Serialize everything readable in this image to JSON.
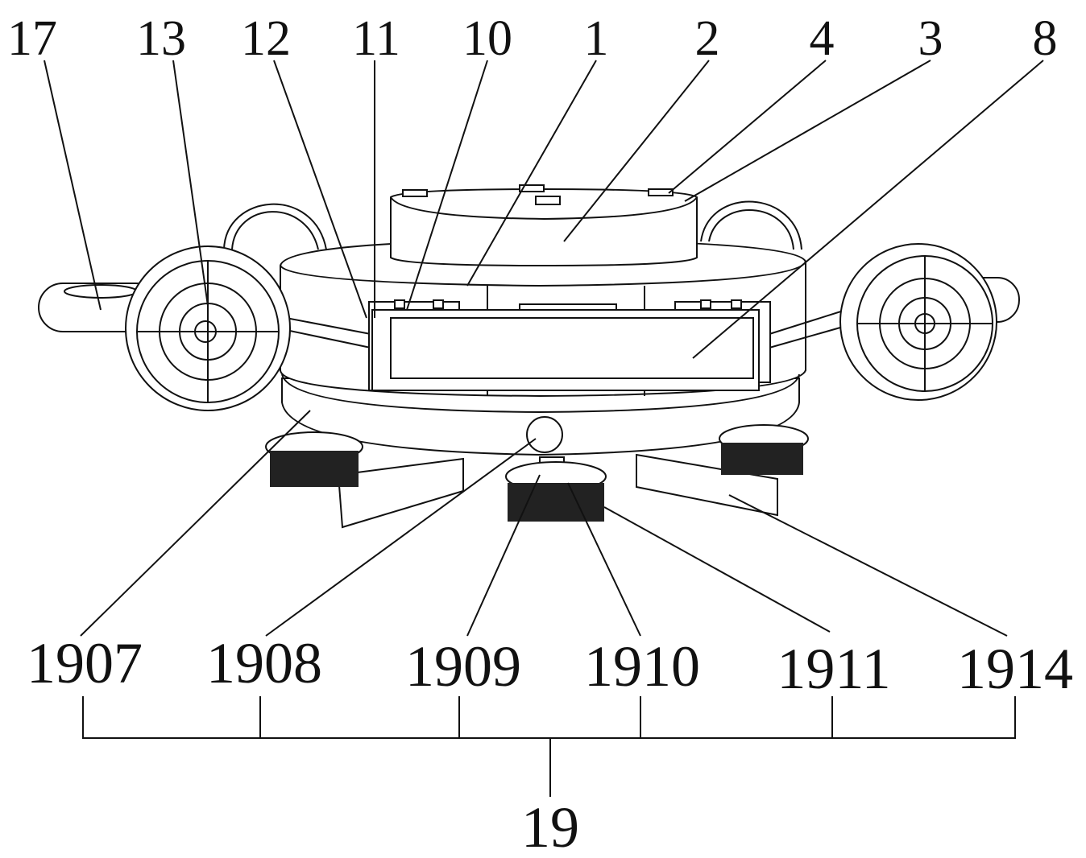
{
  "figure": {
    "top_labels": [
      "17",
      "13",
      "12",
      "11",
      "10",
      "1",
      "2",
      "4",
      "3",
      "8"
    ],
    "bottom_labels": [
      "1907",
      "1908",
      "1909",
      "1910",
      "1911",
      "1914"
    ],
    "group_label": "19"
  }
}
